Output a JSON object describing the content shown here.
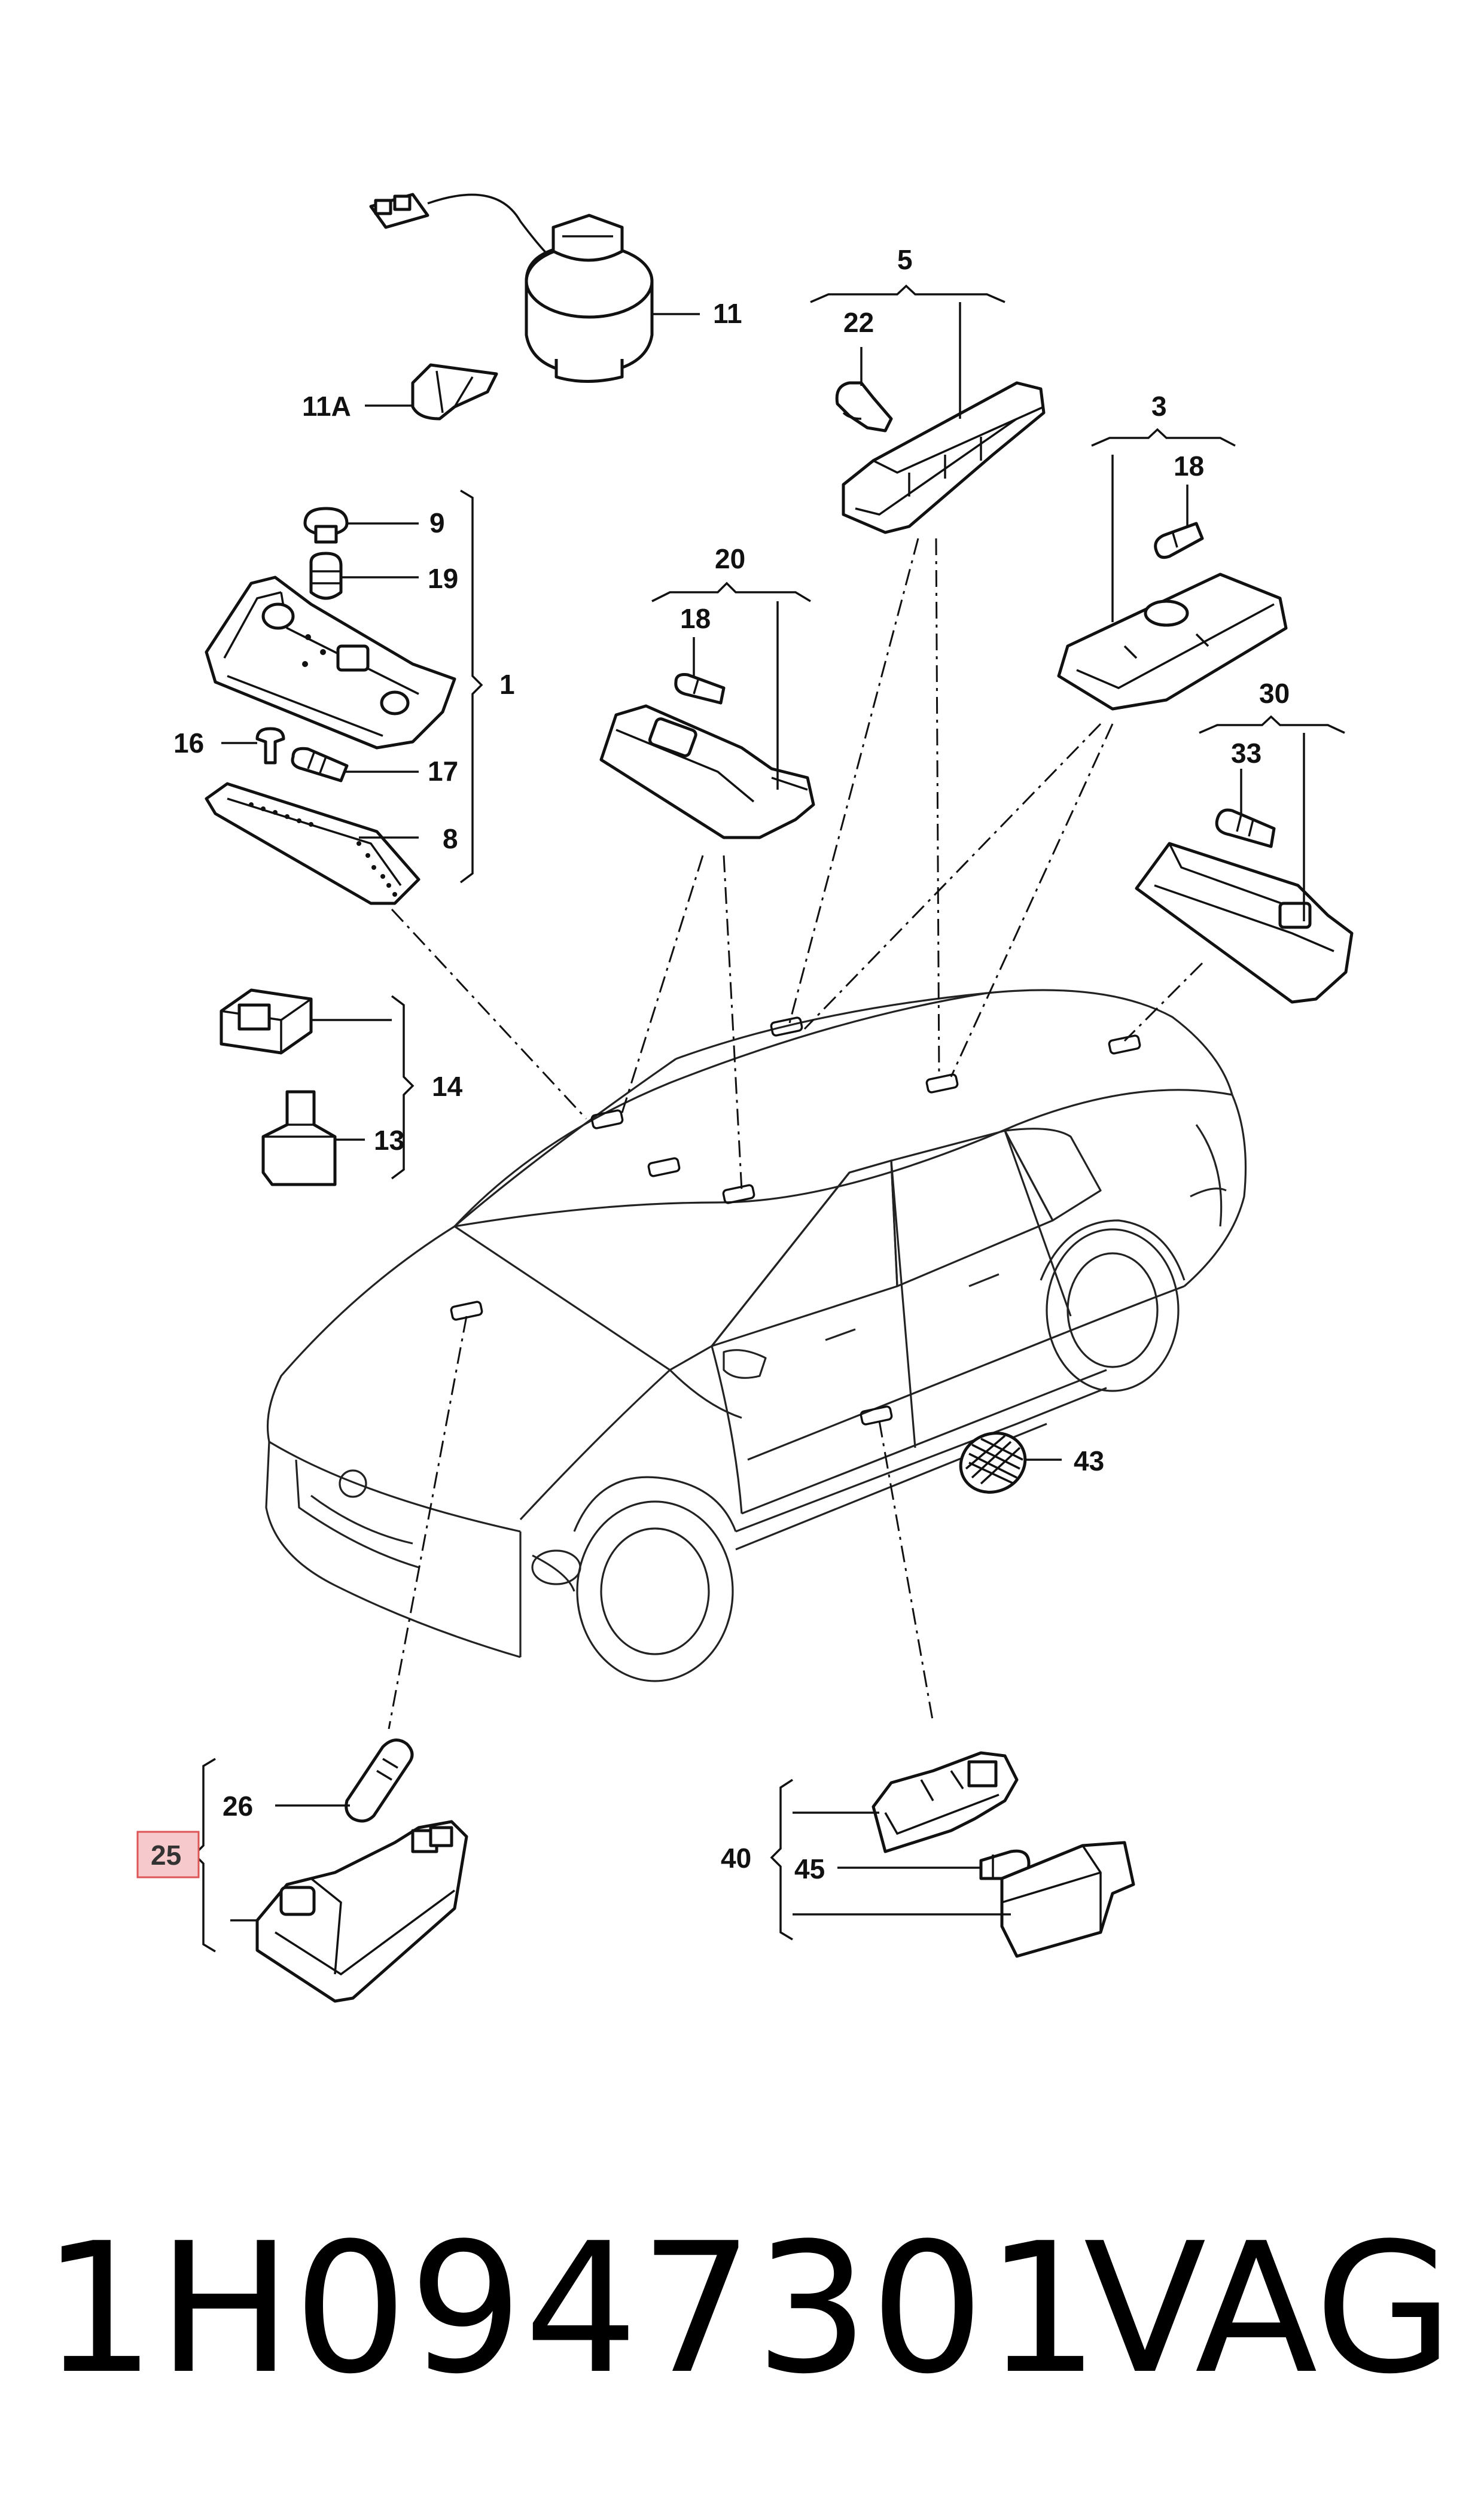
{
  "callouts": {
    "c11": "11",
    "c11a": "11A",
    "c5": "5",
    "c22": "22",
    "c9": "9",
    "c19": "19",
    "c1": "1",
    "c16": "16",
    "c17": "17",
    "c8": "8",
    "c20": "20",
    "c18a": "18",
    "c3": "3",
    "c18b": "18",
    "c30": "30",
    "c33": "33",
    "c14": "14",
    "c13": "13",
    "c43": "43",
    "c26": "26",
    "c25": "25",
    "c40": "40",
    "c45": "45"
  },
  "highlight": {
    "callout": "25",
    "color": "#f6c9cc"
  },
  "footer": {
    "part_number": "1H0947301",
    "brand": "VAG"
  }
}
